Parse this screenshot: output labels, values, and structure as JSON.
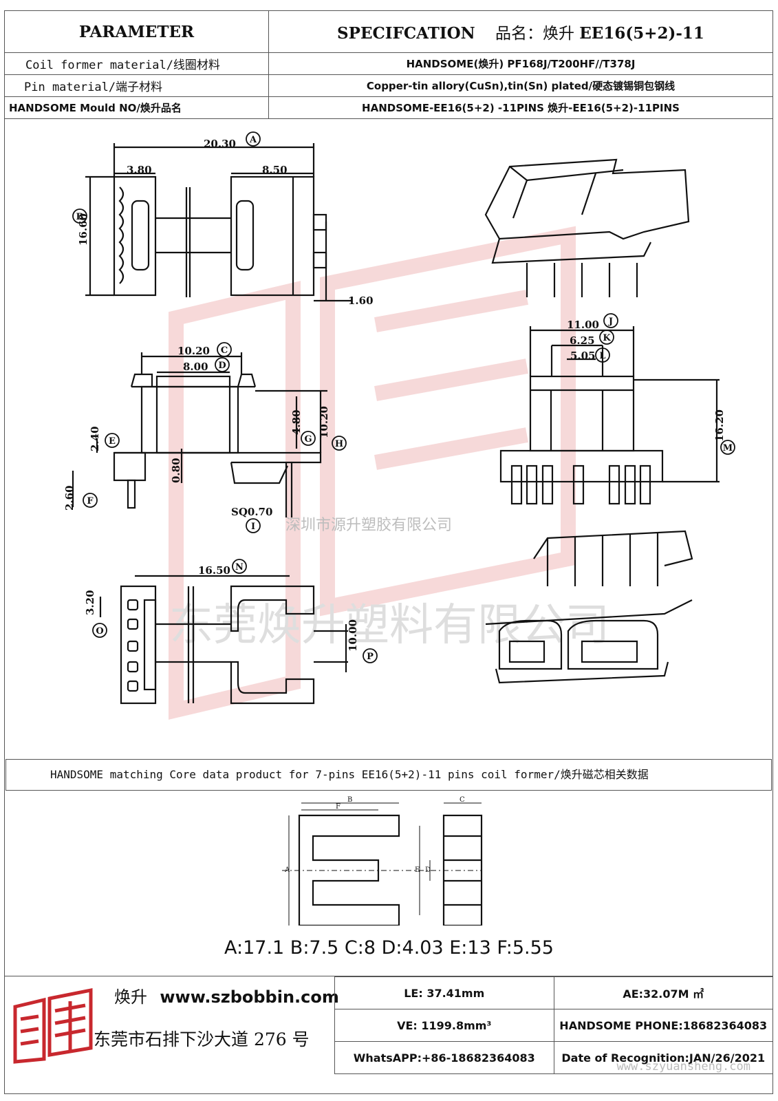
{
  "header": {
    "parameter_label": "PARAMETER",
    "spec_label": "SPECIFCATION",
    "product_name_prefix": "品名：焕升",
    "product_model": "EE16(5+2)-11",
    "rows": [
      {
        "param": "Coil former material/线圈材料",
        "value": "HANDSOME(焕升)    PF168J/T200HF//T378J"
      },
      {
        "param": "Pin material/端子材料",
        "value": "Copper-tin allory(CuSn),tin(Sn) plated/硬态镀锡铜包钢线"
      },
      {
        "param": "HANDSOME Mould NO/焕升品名",
        "value": "HANDSOME-EE16(5+2) -11PINS     焕升-EE16(5+2)-11PINS"
      }
    ]
  },
  "drawing": {
    "dims": {
      "a": "20.30",
      "a_sub1": "3.80",
      "a_sub2": "8.50",
      "b": "16.60",
      "pin_off": "1.60",
      "c": "10.20",
      "d": "8.00",
      "e": "2.40",
      "f": "2.60",
      "g": "4.80",
      "h": "10.20",
      "base": "0.80",
      "sq": "SQ0.70",
      "j": "11.00",
      "k": "6.25",
      "l": "5.05",
      "m": "16.20",
      "n": "16.50",
      "o": "3.20",
      "p": "10.00"
    },
    "callouts": [
      "A",
      "B",
      "C",
      "D",
      "E",
      "F",
      "G",
      "H",
      "I",
      "J",
      "K",
      "L",
      "M",
      "N",
      "O",
      "P"
    ],
    "watermark_company": "深圳市源升塑胶有限公司",
    "watermark_big": "东莞焕升塑料有限公司"
  },
  "core": {
    "caption": "HANDSOME matching Core data  product for 7-pins EE16(5+2)-11 pins coil former/焕升磁芯相关数据",
    "letters": {
      "a": "A",
      "b": "B",
      "c": "C",
      "d": "D",
      "e": "E",
      "f": "F"
    },
    "dims_line": "A:17.1 B:7.5 C:8 D:4.03 E:13 F:5.55"
  },
  "footer": {
    "brand_cn": "焕升",
    "website": "www.szbobbin.com",
    "address": "东莞市石排下沙大道 276 号",
    "le": "LE: 37.41mm",
    "ae": "AE:32.07M ㎡",
    "ve": "VE: 1199.8mm³",
    "phone": "HANDSOME PHONE:18682364083",
    "whatsapp": "WhatsAPP:+86-18682364083",
    "date": "Date of Recognition:JAN/26/2021",
    "url_watermark": "www.szyuansheng.com"
  }
}
